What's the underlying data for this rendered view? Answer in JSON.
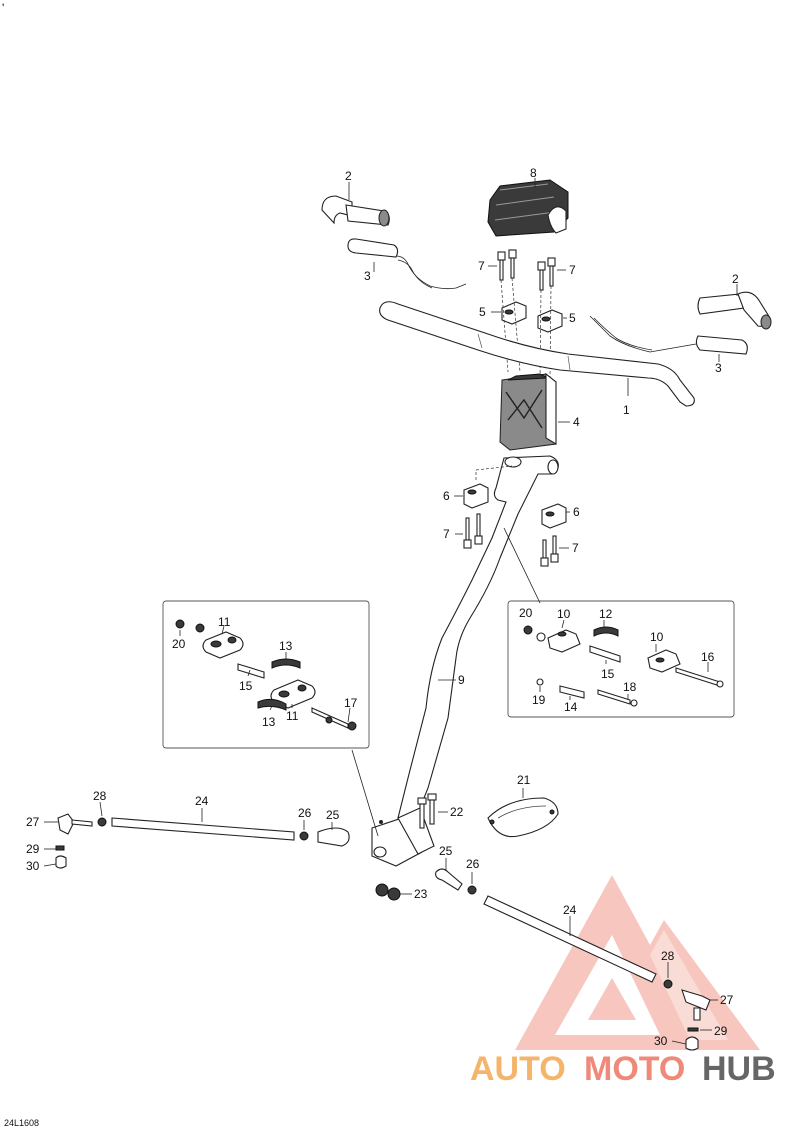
{
  "diagram": {
    "code": "24L1608",
    "corner_mark": "'",
    "callouts": [
      {
        "id": "c2a",
        "text": "2"
      },
      {
        "id": "c8",
        "text": "8"
      },
      {
        "id": "c3a",
        "text": "3"
      },
      {
        "id": "c7a",
        "text": "7"
      },
      {
        "id": "c7b",
        "text": "7"
      },
      {
        "id": "c2b",
        "text": "2"
      },
      {
        "id": "c5a",
        "text": "5"
      },
      {
        "id": "c5b",
        "text": "5"
      },
      {
        "id": "c3b",
        "text": "3"
      },
      {
        "id": "c1",
        "text": "1"
      },
      {
        "id": "c4",
        "text": "4"
      },
      {
        "id": "c6a",
        "text": "6"
      },
      {
        "id": "c6b",
        "text": "6"
      },
      {
        "id": "c7c",
        "text": "7"
      },
      {
        "id": "c7d",
        "text": "7"
      },
      {
        "id": "c20a",
        "text": "20"
      },
      {
        "id": "c11a",
        "text": "11"
      },
      {
        "id": "c13a",
        "text": "13"
      },
      {
        "id": "c15a",
        "text": "15"
      },
      {
        "id": "c17",
        "text": "17"
      },
      {
        "id": "c13b",
        "text": "13"
      },
      {
        "id": "c11b",
        "text": "11"
      },
      {
        "id": "c20b",
        "text": "20"
      },
      {
        "id": "c10a",
        "text": "10"
      },
      {
        "id": "c12",
        "text": "12"
      },
      {
        "id": "c10b",
        "text": "10"
      },
      {
        "id": "c16",
        "text": "16"
      },
      {
        "id": "c15b",
        "text": "15"
      },
      {
        "id": "c18",
        "text": "18"
      },
      {
        "id": "c19",
        "text": "19"
      },
      {
        "id": "c14",
        "text": "14"
      },
      {
        "id": "c9",
        "text": "9"
      },
      {
        "id": "c21",
        "text": "21"
      },
      {
        "id": "c22",
        "text": "22"
      },
      {
        "id": "c23",
        "text": "23"
      },
      {
        "id": "c24a",
        "text": "24"
      },
      {
        "id": "c28a",
        "text": "28"
      },
      {
        "id": "c27a",
        "text": "27"
      },
      {
        "id": "c26a",
        "text": "26"
      },
      {
        "id": "c25a",
        "text": "25"
      },
      {
        "id": "c29a",
        "text": "29"
      },
      {
        "id": "c30a",
        "text": "30"
      },
      {
        "id": "c25b",
        "text": "25"
      },
      {
        "id": "c26b",
        "text": "26"
      },
      {
        "id": "c24b",
        "text": "24"
      },
      {
        "id": "c28b",
        "text": "28"
      },
      {
        "id": "c27b",
        "text": "27"
      },
      {
        "id": "c29b",
        "text": "29"
      },
      {
        "id": "c30b",
        "text": "30"
      }
    ]
  },
  "watermark": {
    "part1": "AUTO",
    "part2": "MOTO",
    "part3": "HUB",
    "colors": {
      "auto": "#f4b56a",
      "moto": "#ef8a7a",
      "hub": "#666666",
      "triangle": "#ef6f5e"
    }
  }
}
